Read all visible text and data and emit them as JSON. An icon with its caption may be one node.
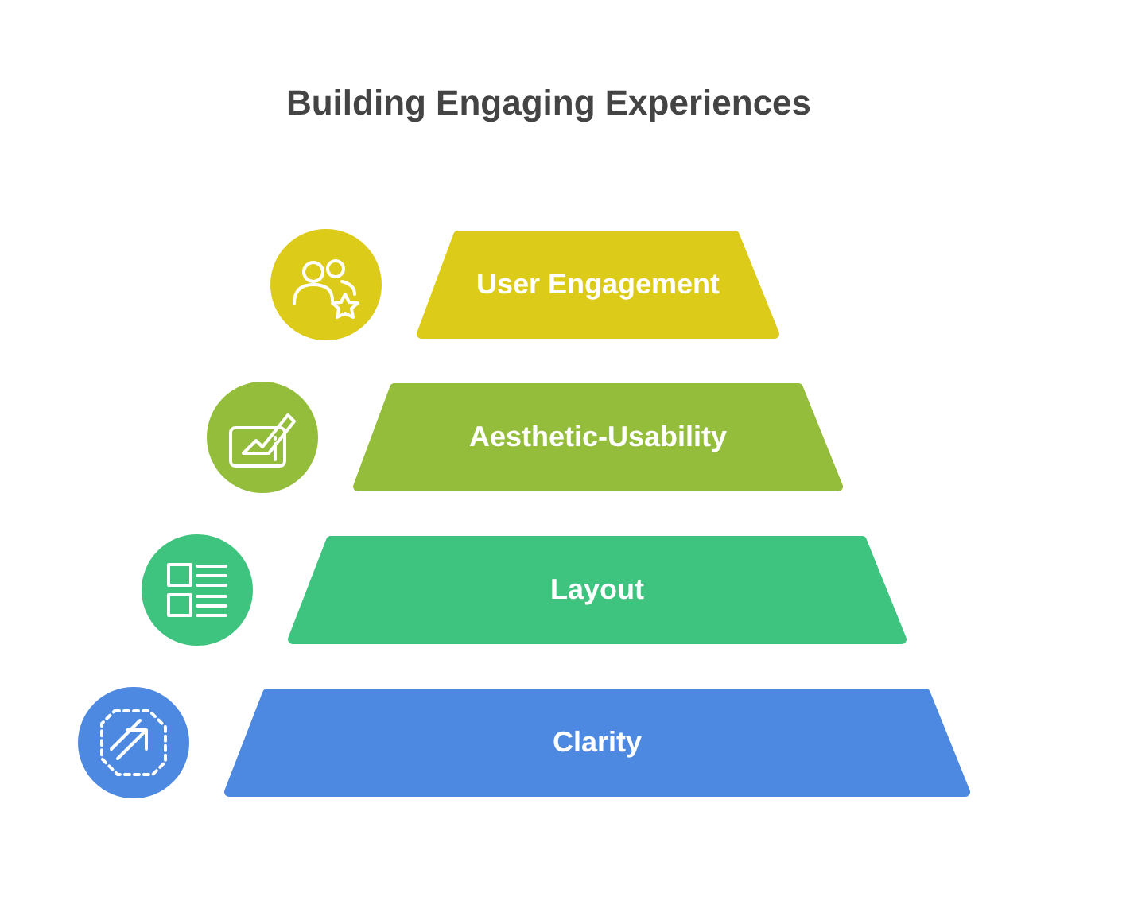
{
  "diagram": {
    "title": "Building Engaging Experiences",
    "nodes": [
      {
        "text": [
          "User Engagement"
        ]
      },
      {
        "text": [
          "Aesthetic-Usability"
        ]
      },
      {
        "text": [
          "Layout"
        ]
      },
      {
        "text": [
          "Clarity"
        ]
      }
    ]
  }
}
